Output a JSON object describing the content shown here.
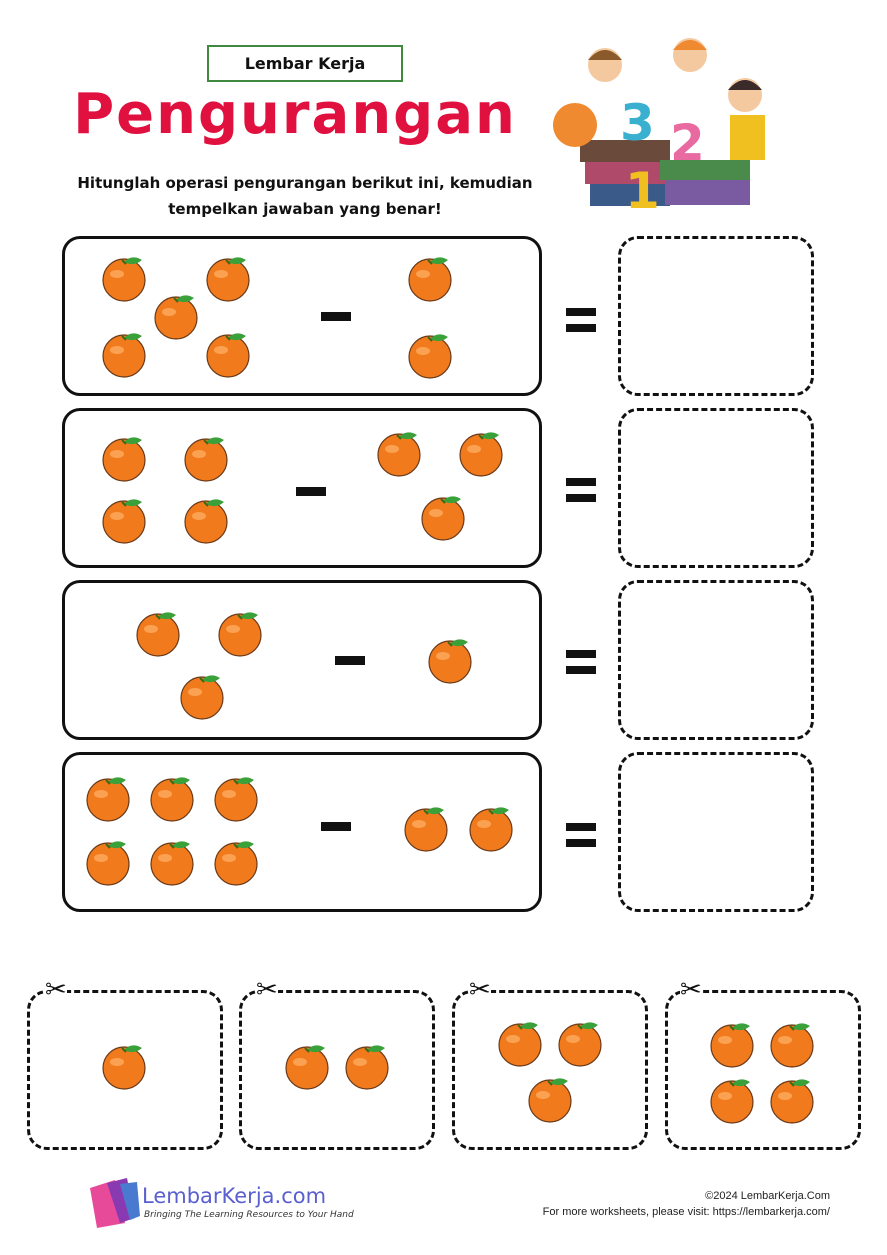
{
  "header": {
    "tag": "Lembar Kerja",
    "title": "Pengurangan",
    "instruction_line1": "Hitunglah operasi pengurangan berikut ini, kemudian",
    "instruction_line2": "tempelkan jawaban yang benar!"
  },
  "problems": [
    {
      "minuend": 5,
      "subtrahend": 2
    },
    {
      "minuend": 4,
      "subtrahend": 3
    },
    {
      "minuend": 3,
      "subtrahend": 1
    },
    {
      "minuend": 6,
      "subtrahend": 2
    }
  ],
  "cutouts": [
    1,
    2,
    3,
    4
  ],
  "footer": {
    "brand": "LembarKerja.com",
    "slogan": "Bringing The Learning Resources to Your Hand",
    "copyright": "©2024 LembarKerja.Com",
    "visit": "For more worksheets, please visit: https://lembarkerja.com/"
  },
  "colors": {
    "title": "#e0103f",
    "tag_border": "#3f8a3f",
    "orange": "#f07a1c"
  }
}
